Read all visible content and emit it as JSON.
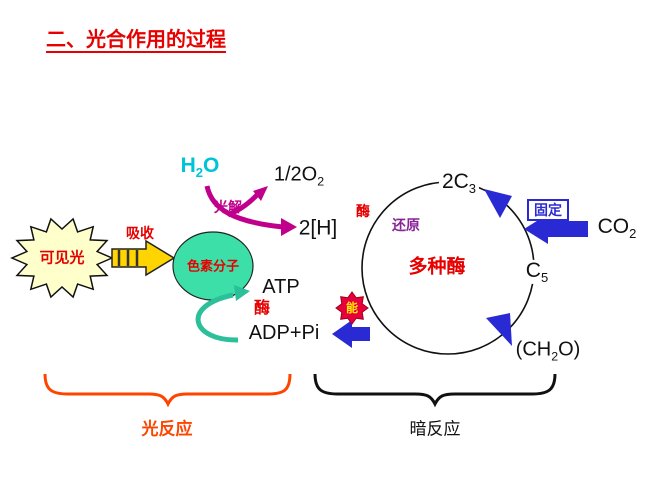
{
  "title": "二、光合作用的过程",
  "colors": {
    "title_red": "#e60000",
    "h2o_cyan": "#00c4d6",
    "photolysis_magenta": "#c0008c",
    "reduction_purple": "#882299",
    "arrow_blue": "#2a2ad4",
    "pigment_teal": "#3ddfa9",
    "light_arrow_yellow": "#ffd400",
    "light_brace_orange": "#ff4400",
    "energy_star_red": "#e8003c",
    "starburst_fill": "#ffffcc"
  },
  "labels": {
    "visible_light": "可见光",
    "absorb": "吸收",
    "pigment": "色素分子",
    "photolysis": "光解",
    "h2o": {
      "pre": "H",
      "sub": "2",
      "post": "O"
    },
    "o2": {
      "pre": "1/2O",
      "sub": "2",
      "post": ""
    },
    "h2": "2[H]",
    "enzyme_top": "酶",
    "reduction": "还原",
    "c3": {
      "pre": "2C",
      "sub": "3",
      "post": ""
    },
    "fixation": "固定",
    "co2": {
      "pre": "CO",
      "sub": "2",
      "post": ""
    },
    "various_enzymes": "多种酶",
    "c5": {
      "pre": "C",
      "sub": "5",
      "post": ""
    },
    "atp": "ATP",
    "enzyme_bottom": "酶",
    "energy": "能",
    "adp": "ADP+Pi",
    "ch2o": {
      "pre": "(CH",
      "sub": "2",
      "post": "O)"
    },
    "light_reaction": "光反应",
    "dark_reaction": "暗反应"
  }
}
